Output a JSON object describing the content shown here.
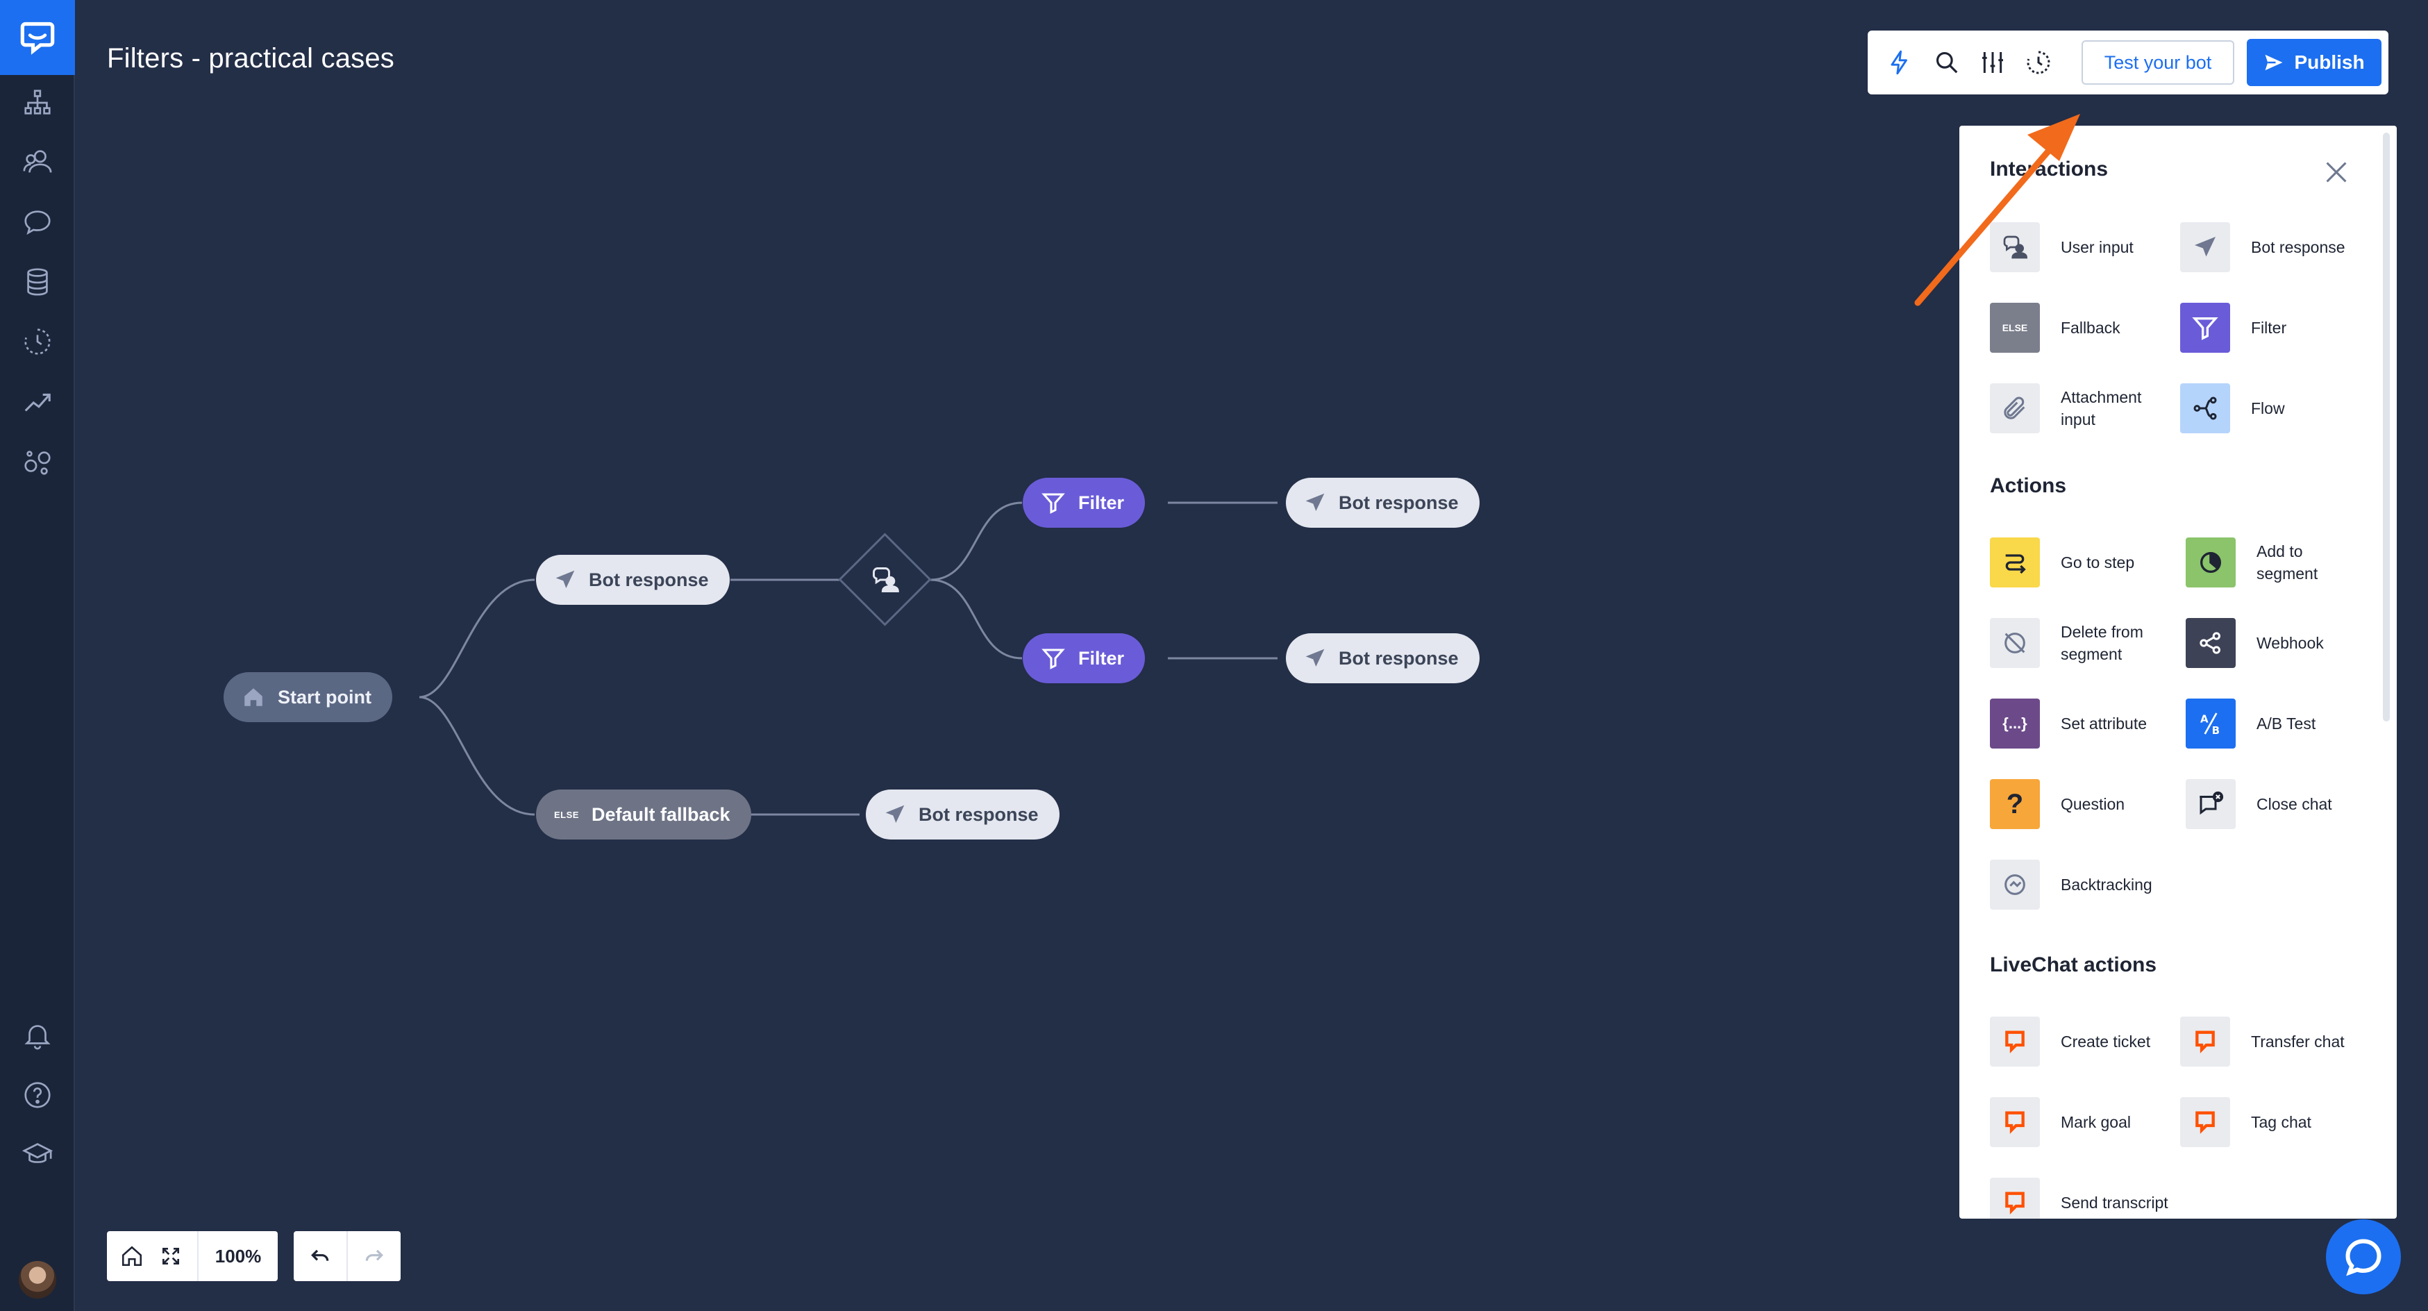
{
  "page_title": "Filters - practical cases",
  "toolbar": {
    "icons": [
      "lightning-icon",
      "search-icon",
      "sliders-icon",
      "history-icon"
    ],
    "test_label": "Test your bot",
    "publish_label": "Publish"
  },
  "canvas": {
    "start": "Start point",
    "bot_response": "Bot response",
    "filter": "Filter",
    "default_fallback": "Default fallback",
    "else_tag": "ELSE"
  },
  "panel": {
    "interactions_title": "Interactions",
    "interactions": [
      {
        "label": "User input",
        "icon": "user-input-icon",
        "color": "#e9ebef"
      },
      {
        "label": "Bot response",
        "icon": "paper-plane-icon",
        "color": "#e9ebef"
      },
      {
        "label": "Fallback",
        "icon": "else-icon",
        "color": "#7b7f8c"
      },
      {
        "label": "Filter",
        "icon": "funnel-icon",
        "color": "#6a5cd8"
      },
      {
        "label": "Attachment input",
        "icon": "paperclip-icon",
        "color": "#e9ebef"
      },
      {
        "label": "Flow",
        "icon": "flow-icon",
        "color": "#b5d4fb"
      }
    ],
    "actions_title": "Actions",
    "actions": [
      {
        "label": "Go to step",
        "icon": "go-to-step-icon",
        "color": "#f9d84a"
      },
      {
        "label": "Add to segment",
        "icon": "pie-icon",
        "color": "#8bc46a"
      },
      {
        "label": "Delete from segment",
        "icon": "pie-off-icon",
        "color": "#e9ebef"
      },
      {
        "label": "Webhook",
        "icon": "share-icon",
        "color": "#3d4256"
      },
      {
        "label": "Set attribute",
        "icon": "braces-icon",
        "color": "#6c4a8a"
      },
      {
        "label": "A/B Test",
        "icon": "ab-test-icon",
        "color": "#1c6ff0"
      },
      {
        "label": "Question",
        "icon": "question-icon",
        "color": "#f7a63a"
      },
      {
        "label": "Close chat",
        "icon": "close-chat-icon",
        "color": "#e9ebef"
      },
      {
        "label": "Backtracking",
        "icon": "backtrack-icon",
        "color": "#e9ebef"
      }
    ],
    "livechat_title": "LiveChat actions",
    "livechat": [
      {
        "label": "Create ticket",
        "icon": "livechat-icon",
        "color": "#e9ebef"
      },
      {
        "label": "Transfer chat",
        "icon": "livechat-icon",
        "color": "#e9ebef"
      },
      {
        "label": "Mark goal",
        "icon": "livechat-icon",
        "color": "#e9ebef"
      },
      {
        "label": "Tag chat",
        "icon": "livechat-icon",
        "color": "#e9ebef"
      },
      {
        "label": "Send transcript",
        "icon": "livechat-icon",
        "color": "#e9ebef"
      }
    ]
  },
  "controls": {
    "zoom": "100%"
  },
  "colors": {
    "accent": "#1c6ff0",
    "filter": "#6a5cd8",
    "livechat_orange": "#ff5100",
    "annotation_arrow": "#f26a1b"
  }
}
